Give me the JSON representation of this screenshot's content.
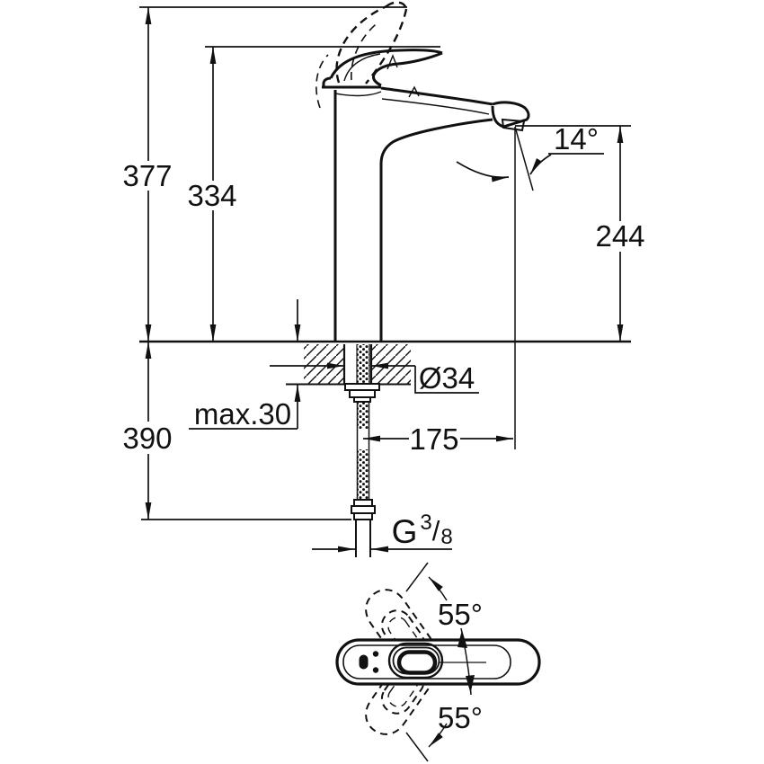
{
  "drawing": {
    "kind": "single-lever basin mixer — installation dimension drawing",
    "background": "#ffffff",
    "line_color": "#111111",
    "labels": {
      "total_height": "377",
      "lever_tip_height": "334",
      "spout_outlet_height": "244",
      "spray_angle": "14°",
      "below_deck_length": "390",
      "max_deck_thickness": "max.30",
      "hole_diameter": "Ø34",
      "spout_projection": "175",
      "thread_g": "G",
      "thread_numerator": "3",
      "thread_slash": "/",
      "thread_denominator": "8",
      "handle_swing_upper": "55°",
      "handle_swing_lower": "55°"
    }
  }
}
